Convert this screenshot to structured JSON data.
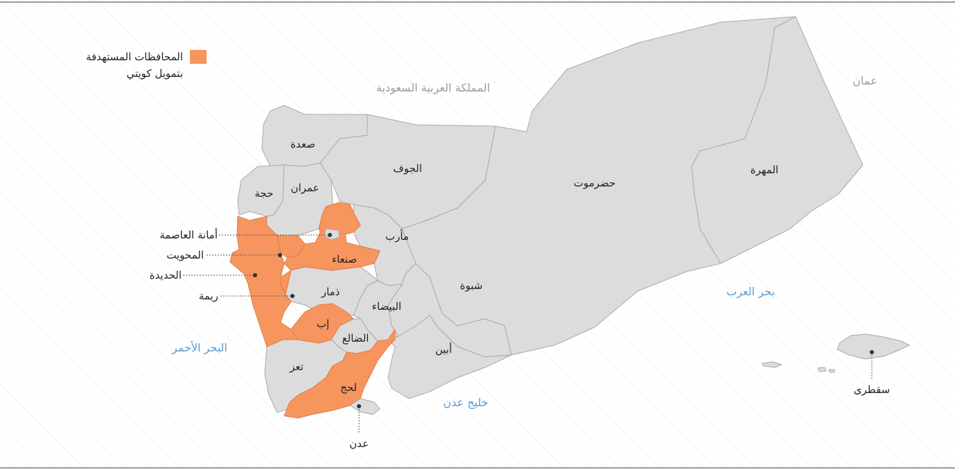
{
  "legend": {
    "label": "المحافظات المستهدفة\nبتمويل كويتي",
    "color": "#f7955e"
  },
  "colors": {
    "land": "#dcdcdd",
    "target": "#f7955e",
    "border": "#a9a9ab",
    "sea_text": "#5b9bd5",
    "country_text": "#9b9b9b"
  },
  "countries": {
    "saudi": "المملكة العربية السعودية",
    "oman": "عمان"
  },
  "seas": {
    "red_sea": "البحر الأحمر",
    "gulf_aden": "خليج عدن",
    "arabian_sea": "بحر العرب"
  },
  "governorates": {
    "saada": "صعدة",
    "jawf": "الجوف",
    "hajjah": "حجة",
    "amran": "عمران",
    "marib": "مأرب",
    "sanaa": "صنعاء",
    "hadramawt": "حضرموت",
    "mahra": "المهرة",
    "shabwa": "شبوة",
    "dhamar": "ذمار",
    "bayda": "البيضاء",
    "ibb": "إب",
    "dhale": "الضالع",
    "taiz": "تعز",
    "lahij": "لحج",
    "abyan": "أبين"
  },
  "callouts": {
    "amanat": "أمانة العاصمة",
    "mahwit": "المحويت",
    "hodeidah": "الحديدة",
    "raymah": "ريمة",
    "aden": "عدن",
    "socotra": "سقطرى"
  }
}
